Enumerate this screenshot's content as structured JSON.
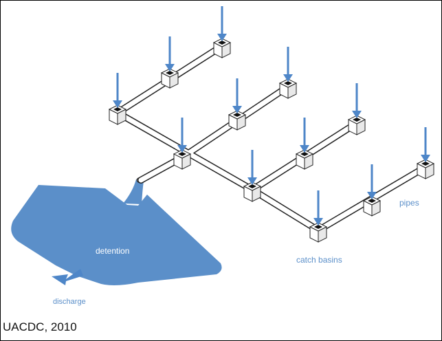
{
  "labels": {
    "detention": "detention",
    "discharge": "discharge",
    "catch_basins": "catch basins",
    "pipes": "pipes"
  },
  "credit": "UACDC, 2010",
  "colors": {
    "water": "#5B8FC9",
    "arrow": "#4E86C8",
    "label_blue": "#5B8FC9",
    "box_fill": "#ffffff",
    "box_side": "#e9e9e9",
    "box_stroke": "#222222",
    "pipe_dark": "#222222",
    "pipe_light": "#ffffff"
  },
  "icons": {
    "catch_basin": "catch-basin-box-icon",
    "inflow": "down-arrow-icon",
    "discharge": "discharge-arrow-icon"
  }
}
